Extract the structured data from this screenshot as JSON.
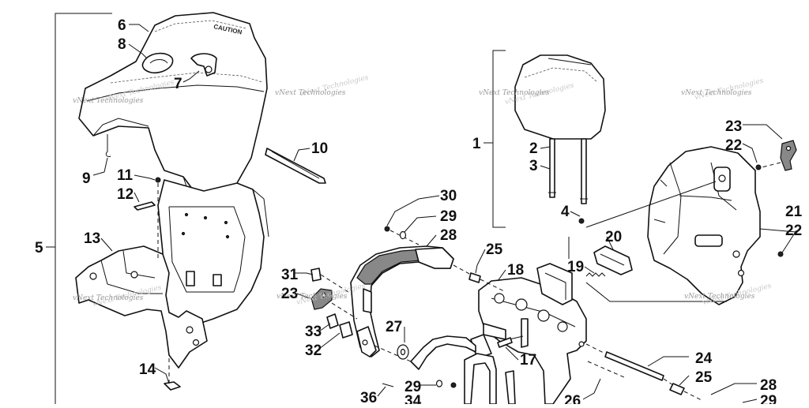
{
  "callouts": {
    "c1": "1",
    "c2": "2",
    "c3": "3",
    "c4": "4",
    "c5": "5",
    "c6": "6",
    "c7": "7",
    "c8": "8",
    "c9": "9",
    "c10": "10",
    "c11": "11",
    "c12": "12",
    "c13": "13",
    "c14": "14",
    "c17": "17",
    "c18": "18",
    "c19": "19",
    "c20": "20",
    "c21": "21",
    "c22a": "22",
    "c22b": "22",
    "c23a": "23",
    "c23b": "23",
    "c24": "24",
    "c25a": "25",
    "c25b": "25",
    "c26": "26",
    "c27": "27",
    "c28a": "28",
    "c28b": "28",
    "c29a": "29",
    "c29b": "29",
    "c29c": "29",
    "c30": "30",
    "c31": "31",
    "c32": "32",
    "c33": "33",
    "c34": "34",
    "c36": "36"
  },
  "watermark": "vNext Technologies",
  "seat_brand": "CAUTION"
}
